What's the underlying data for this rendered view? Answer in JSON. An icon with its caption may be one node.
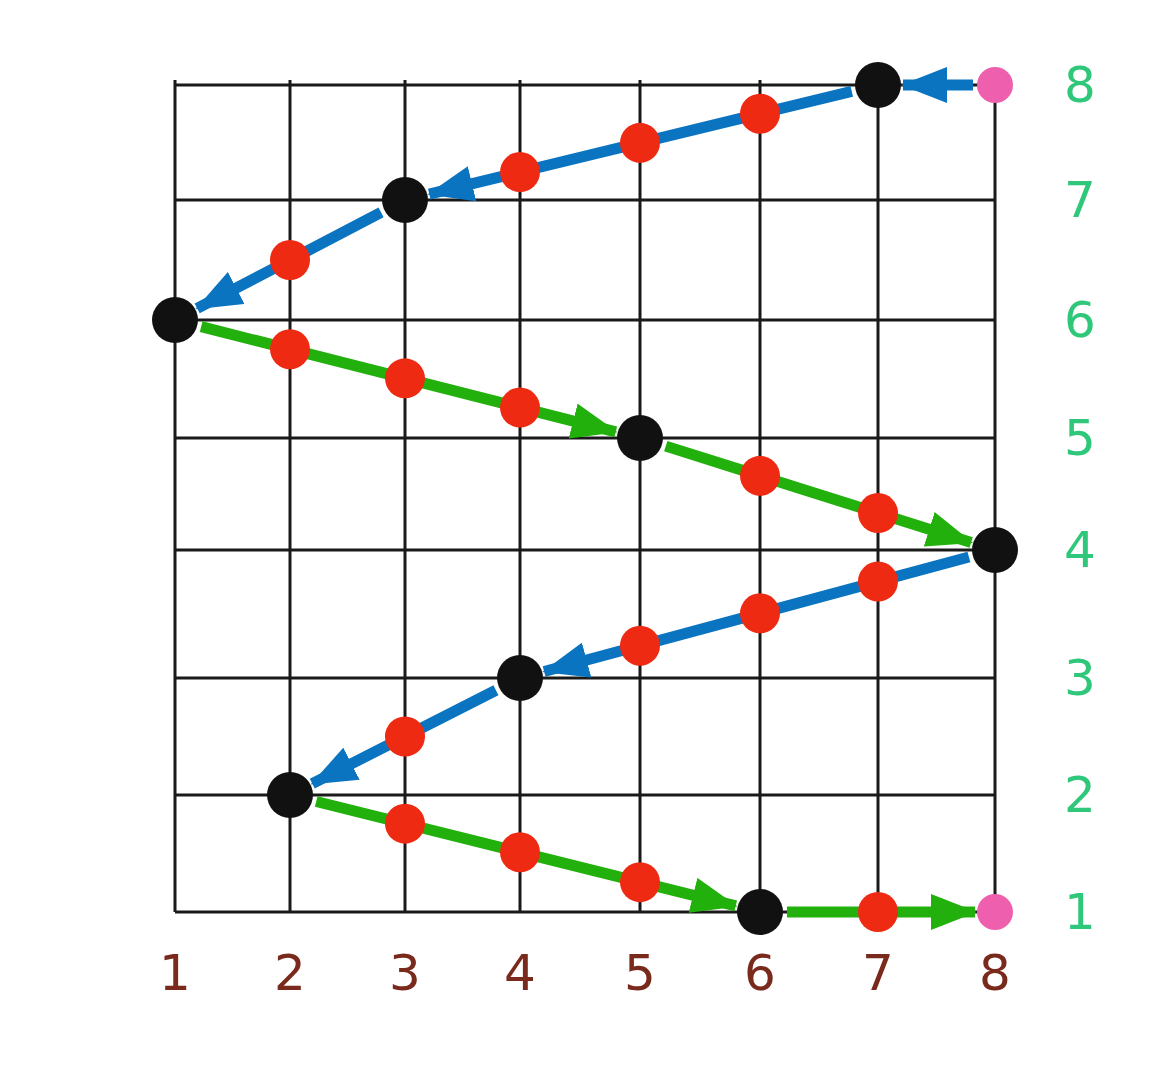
{
  "diagram": {
    "nodes": [
      {
        "text": [],
        "shape": "circle"
      },
      {
        "text": [],
        "shape": "circle"
      },
      {
        "text": [],
        "shape": "circle"
      },
      {
        "text": [],
        "shape": "circle"
      },
      {
        "text": [],
        "shape": "circle"
      },
      {
        "text": [],
        "shape": "circle"
      },
      {
        "text": [],
        "shape": "circle"
      },
      {
        "text": [],
        "shape": "circle"
      },
      {
        "text": [],
        "shape": "circle"
      },
      {
        "text": [],
        "shape": "circle"
      }
    ],
    "edges": [
      {
        "from": 1,
        "to": 0,
        "arrow": "to"
      },
      {
        "from": 0,
        "to": 2,
        "arrow": "to"
      },
      {
        "from": 2,
        "to": 3,
        "arrow": "to"
      },
      {
        "from": 3,
        "to": 4,
        "arrow": "to",
        "color": "#22b00c"
      },
      {
        "from": 4,
        "to": 5,
        "arrow": "to",
        "color": "#22b00c"
      },
      {
        "from": 5,
        "to": 6,
        "arrow": "to"
      },
      {
        "from": 6,
        "to": 7,
        "arrow": "to"
      },
      {
        "from": 7,
        "to": 8,
        "arrow": "to",
        "color": "#22b00c"
      },
      {
        "from": 8,
        "to": 9,
        "arrow": "to",
        "color": "#22b00c"
      }
    ],
    "labels": [
      "8",
      "7",
      "6",
      "5",
      "4",
      "3",
      "2",
      "1",
      "1",
      "2",
      "3",
      "4",
      "5",
      "6",
      "7",
      "8"
    ]
  }
}
